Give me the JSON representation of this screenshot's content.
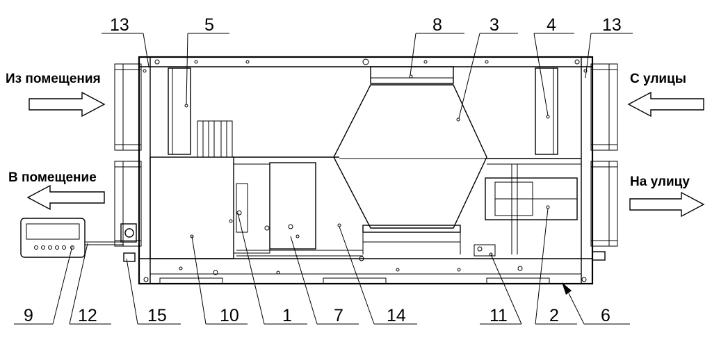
{
  "labels": {
    "from_room": "Из помещения",
    "to_room": "В помещение",
    "from_street": "С улицы",
    "to_street": "На улицу"
  },
  "callouts": {
    "c1": "1",
    "c2": "2",
    "c3": "3",
    "c4": "4",
    "c5": "5",
    "c6": "6",
    "c7": "7",
    "c8": "8",
    "c9": "9",
    "c10": "10",
    "c11": "11",
    "c12": "12",
    "c13_left": "13",
    "c13_right": "13",
    "c14": "14",
    "c15": "15"
  }
}
